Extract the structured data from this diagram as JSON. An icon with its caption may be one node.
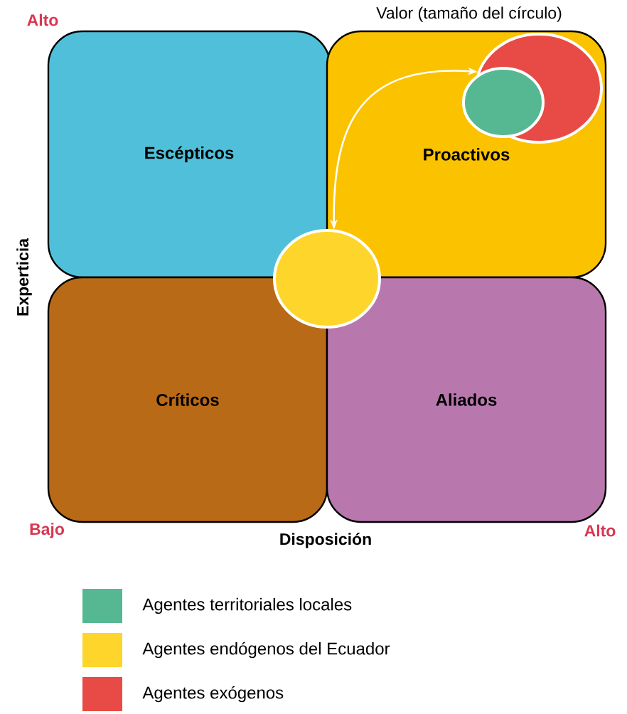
{
  "diagram": {
    "nodes": [
      {
        "text": [
          "Escépticos"
        ]
      },
      {
        "text": [
          "Proactivos"
        ]
      },
      {
        "text": [],
        "shape": "circle",
        "in": 1
      },
      {
        "text": [],
        "shape": "circle",
        "in": 1
      },
      {
        "text": [],
        "shape": "circle"
      },
      {
        "text": [
          "Críticos"
        ]
      },
      {
        "text": [
          "Aliados"
        ]
      }
    ],
    "edges": [
      {
        "from": 4,
        "to": 2,
        "arrow": "both",
        "color": "#ffffff"
      }
    ],
    "labels": [
      "Alto",
      "Valor (tamaño del círculo)",
      "Experticia",
      "Bajo",
      "Disposición",
      "Alto"
    ],
    "legend": [
      {
        "text": "Agentes territoriales locales",
        "color": "#55b892"
      },
      {
        "text": "Agentes endógenos del Ecuador",
        "color": "#fed52b"
      },
      {
        "text": "Agentes exógenos",
        "color": "#e84b45"
      }
    ]
  }
}
